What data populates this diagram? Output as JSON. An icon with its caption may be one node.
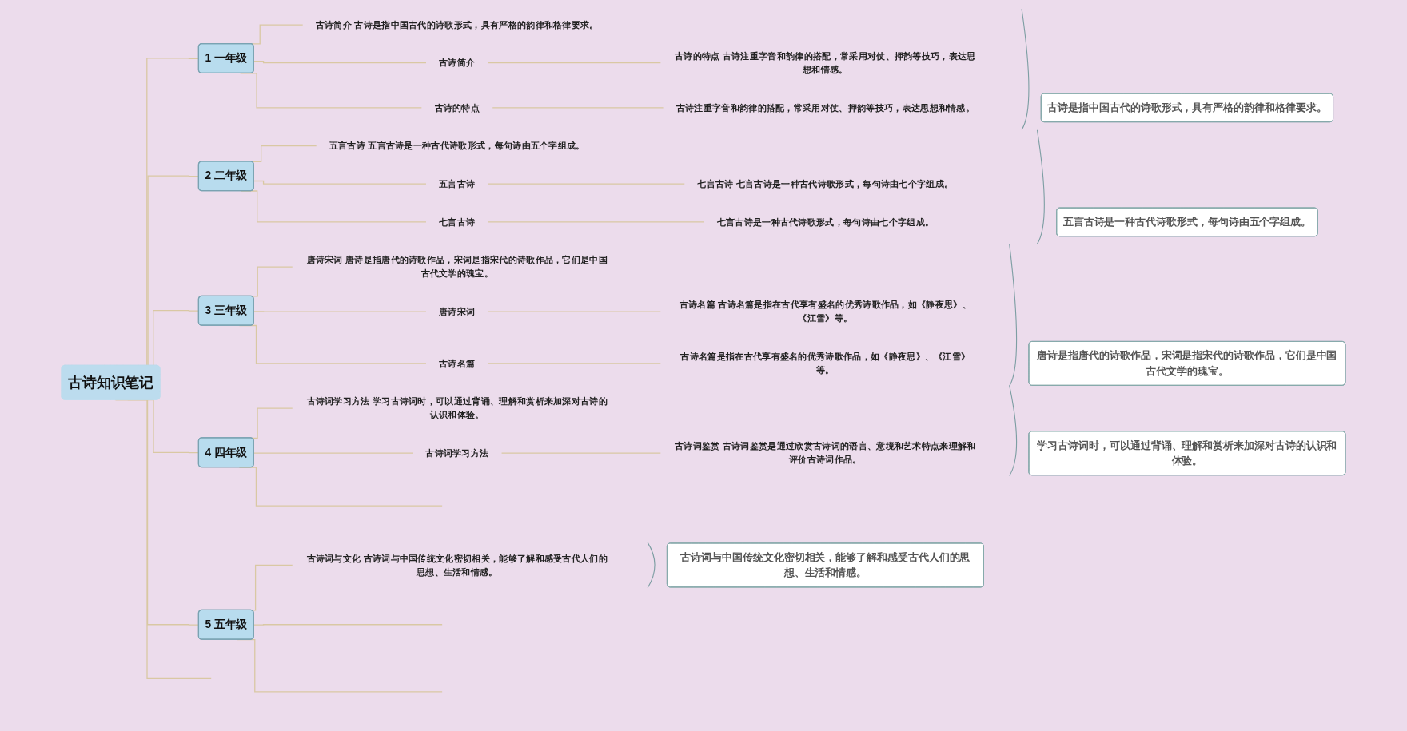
{
  "diagram": {
    "nodes": [
      {
        "text": [
          "古诗知识笔记"
        ]
      },
      {
        "text": [
          "1 一年级"
        ]
      },
      {
        "text": [
          "古诗简介 古诗是指中国古代的诗歌形式，具有严格的韵律和格律要求。"
        ]
      },
      {
        "text": [
          "古诗简介"
        ]
      },
      {
        "text": [
          "古诗的特点 古诗注重字音和韵律的搭配，常采用对仗、押韵等技巧，表达思想和情感。"
        ]
      },
      {
        "text": [
          "古诗的特点"
        ]
      },
      {
        "text": [
          "古诗注重字音和韵律的搭配，常采用对仗、押韵等技巧，表达思想和情感。"
        ]
      },
      {
        "text": [
          "古诗是指中国古代的诗歌形式，具有严格的韵律和格律要求。"
        ]
      },
      {
        "text": [
          "2 二年级"
        ]
      },
      {
        "text": [
          "五言古诗 五言古诗是一种古代诗歌形式，每句诗由五个字组成。"
        ]
      },
      {
        "text": [
          "五言古诗"
        ]
      },
      {
        "text": [
          "七言古诗 七言古诗是一种古代诗歌形式，每句诗由七个字组成。"
        ]
      },
      {
        "text": [
          "七言古诗"
        ]
      },
      {
        "text": [
          "七言古诗是一种古代诗歌形式，每句诗由七个字组成。"
        ]
      },
      {
        "text": [
          "五言古诗是一种古代诗歌形式，每句诗由五个字组成。"
        ]
      },
      {
        "text": [
          "3 三年级"
        ]
      },
      {
        "text": [
          "唐诗宋词 唐诗是指唐代的诗歌作品，宋词是指宋代的诗歌作品，它们是中国古代文学的瑰宝。"
        ]
      },
      {
        "text": [
          "唐诗宋词"
        ]
      },
      {
        "text": [
          "古诗名篇 古诗名篇是指在古代享有盛名的优秀诗歌作品，如《静夜思》、《江雪》等。"
        ]
      },
      {
        "text": [
          "古诗名篇"
        ]
      },
      {
        "text": [
          "古诗名篇是指在古代享有盛名的优秀诗歌作品，如《静夜思》、《江雪》等。"
        ]
      },
      {
        "text": [
          "唐诗是指唐代的诗歌作品，宋词是指宋代的诗歌作品，它们是中国古代文学的瑰宝。"
        ]
      },
      {
        "text": [
          "4 四年级"
        ]
      },
      {
        "text": [
          "古诗词学习方法 学习古诗词时，可以通过背诵、理解和赏析来加深对古诗的认识和体验。"
        ]
      },
      {
        "text": [
          "古诗词学习方法"
        ]
      },
      {
        "text": [
          "古诗词鉴赏 古诗词鉴赏是通过欣赏古诗词的语言、意境和艺术特点来理解和评价古诗词作品。"
        ]
      },
      {
        "text": [
          "学习古诗词时，可以通过背诵、理解和赏析来加深对古诗的认识和体验。"
        ]
      },
      {
        "text": [
          "5 五年级"
        ]
      },
      {
        "text": [
          "古诗词与文化 古诗词与中国传统文化密切相关，能够了解和感受古代人们的思想、生活和情感。"
        ]
      },
      {
        "text": [
          "古诗词与中国传统文化密切相关，能够了解和感受古代人们的思想、生活和情感。"
        ]
      }
    ],
    "edges": [
      {
        "from": 0,
        "to": 1,
        "arrow": "none"
      },
      {
        "from": 0,
        "to": 8,
        "arrow": "none"
      },
      {
        "from": 0,
        "to": 15,
        "arrow": "none"
      },
      {
        "from": 0,
        "to": 22,
        "arrow": "none"
      },
      {
        "from": 0,
        "to": 27,
        "arrow": "none"
      },
      {
        "from": 0,
        "to": null,
        "arrow": "none"
      },
      {
        "from": 1,
        "to": 2,
        "arrow": "none"
      },
      {
        "from": 1,
        "to": 3,
        "arrow": "none"
      },
      {
        "from": 1,
        "to": 5,
        "arrow": "none"
      },
      {
        "from": 3,
        "to": 4,
        "arrow": "none"
      },
      {
        "from": 5,
        "to": 6,
        "arrow": "none"
      },
      {
        "from": 8,
        "to": 9,
        "arrow": "none"
      },
      {
        "from": 8,
        "to": 10,
        "arrow": "none"
      },
      {
        "from": 8,
        "to": 12,
        "arrow": "none"
      },
      {
        "from": 10,
        "to": 11,
        "arrow": "none"
      },
      {
        "from": 12,
        "to": 13,
        "arrow": "none"
      },
      {
        "from": 15,
        "to": 16,
        "arrow": "none"
      },
      {
        "from": 15,
        "to": 17,
        "arrow": "none"
      },
      {
        "from": 15,
        "to": 19,
        "arrow": "none"
      },
      {
        "from": 17,
        "to": 18,
        "arrow": "none"
      },
      {
        "from": 19,
        "to": 20,
        "arrow": "none"
      },
      {
        "from": 22,
        "to": 23,
        "arrow": "none"
      },
      {
        "from": 22,
        "to": 24,
        "arrow": "none"
      },
      {
        "from": 22,
        "to": null,
        "arrow": "none"
      },
      {
        "from": 24,
        "to": 25,
        "arrow": "none"
      },
      {
        "from": 27,
        "to": 28,
        "arrow": "none"
      },
      {
        "from": 27,
        "to": null,
        "arrow": "none"
      },
      {
        "from": 27,
        "to": null,
        "arrow": "none"
      }
    ]
  }
}
